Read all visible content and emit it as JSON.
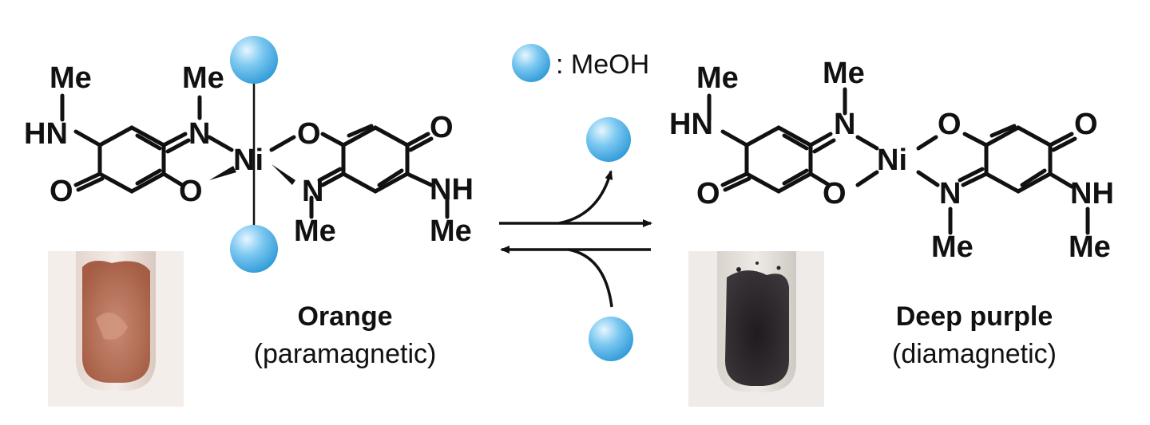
{
  "legend": {
    "symbol": "methanol-sphere",
    "text": ": MeOH"
  },
  "left_complex": {
    "atoms": {
      "me_tl": "Me",
      "hn": "HN",
      "o_l": "O",
      "me_n": "Me",
      "n_top": "N",
      "o_bridge": "O",
      "ni": "Ni",
      "o_r": "O",
      "n_bot": "N",
      "me_nb": "Me",
      "o_far": "O",
      "nh": "NH",
      "me_br": "Me"
    },
    "caption_title": "Orange",
    "caption_sub": "(paramagnetic)",
    "sample_color": "#c27a63"
  },
  "right_complex": {
    "atoms": {
      "me_tl": "Me",
      "hn": "HN",
      "o_l": "O",
      "me_n": "Me",
      "n_top": "N",
      "o_bridge": "O",
      "ni": "Ni",
      "o_r": "O",
      "n_bot": "N",
      "me_nb": "Me",
      "o_far": "O",
      "nh": "NH",
      "me_br": "Me"
    },
    "caption_title": "Deep purple",
    "caption_sub": "(diamagnetic)",
    "sample_color": "#2e2a2d"
  },
  "colors": {
    "sphere": "#4fb3ea",
    "sphere_highlight": "#e6f6ff"
  }
}
